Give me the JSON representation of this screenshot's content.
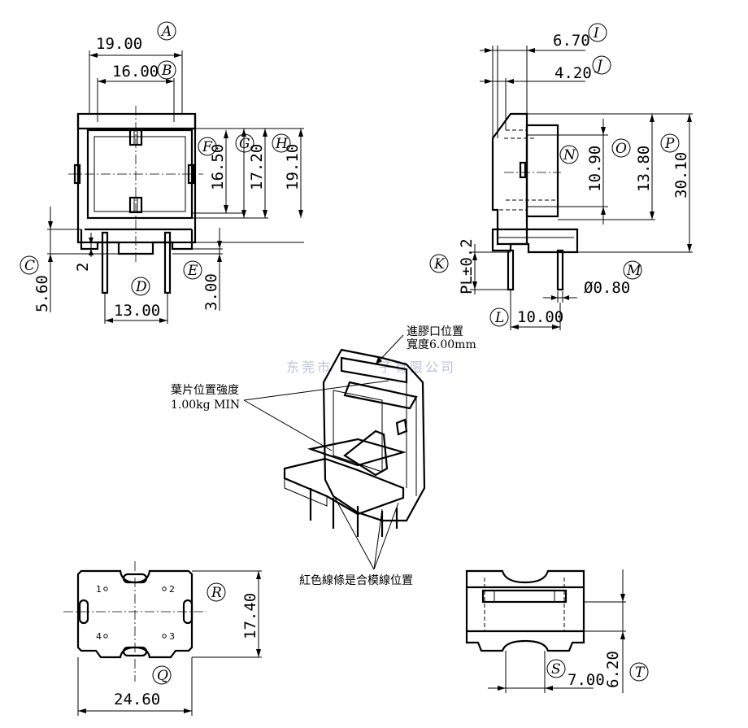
{
  "dimensions": {
    "A": "19.00",
    "B": "16.00",
    "C": "5.60",
    "C2": "2",
    "D": "13.00",
    "E": "3.00",
    "F": "16.50",
    "G": "17.20",
    "H": "19.10",
    "I": "6.70",
    "J": "4.20",
    "K": "PL±0.2",
    "L": "10.00",
    "M": "Ø0.80",
    "N": "10.90",
    "O": "13.80",
    "P": "30.10",
    "Q": "24.60",
    "R": "17.40",
    "S": "7.00",
    "T": "6.20"
  },
  "labels": {
    "A": "A",
    "B": "B",
    "C": "C",
    "D": "D",
    "E": "E",
    "F": "F",
    "G": "G",
    "H": "H",
    "I": "I",
    "J": "J",
    "K": "K",
    "L": "L",
    "M": "M",
    "N": "N",
    "O": "O",
    "P": "P",
    "Q": "Q",
    "R": "R",
    "S": "S",
    "T": "T"
  },
  "notes": {
    "gate_line1": "進膠口位置",
    "gate_line2": "寬度6.00mm",
    "blade_line1": "葉片位置強度",
    "blade_line2": "1.00kg MIN",
    "parting": "紅色線條是合模線位置"
  },
  "pins": {
    "p1": "1",
    "p2": "2",
    "p3": "3",
    "p4": "4"
  },
  "watermark": "东莞市　　　子有限公司"
}
